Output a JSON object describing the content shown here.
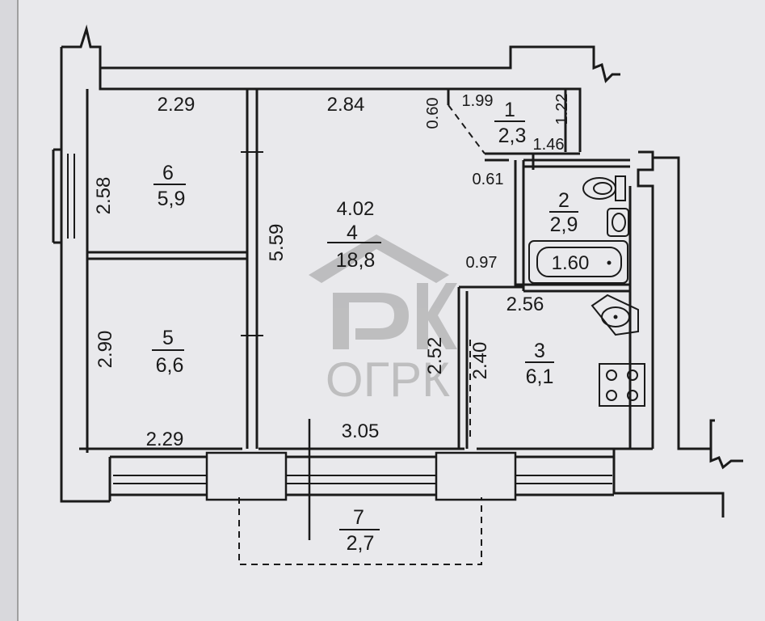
{
  "rooms": [
    {
      "id": "1",
      "area": "2,3"
    },
    {
      "id": "2",
      "area": "2,9"
    },
    {
      "id": "3",
      "area": "6,1"
    },
    {
      "id": "4",
      "area": "18,8"
    },
    {
      "id": "5",
      "area": "6,6"
    },
    {
      "id": "6",
      "area": "5,9"
    },
    {
      "id": "7",
      "area": "2,7"
    }
  ],
  "dimensions": {
    "r6_top": "2.29",
    "r6_side": "2.58",
    "r5_side": "2.90",
    "r5_bottom": "2.29",
    "r4_top": "2.84",
    "r4_width": "4.02",
    "r4_side": "5.59",
    "r4_bottom": "3.05",
    "r4_niche": "0.97",
    "r4_corridor": "2.52",
    "r4_doorway": "0.61",
    "r1_a": "0.60",
    "r1_b": "1.99",
    "r1_c": "1.22",
    "r1_d": "1.46",
    "bath": "1.60",
    "r3_top": "2.56",
    "r3_side": "2.40"
  },
  "watermark": {
    "text": "ОГРК"
  },
  "colors": {
    "paper": "#e9e9ec",
    "ink": "#1a1a1a",
    "watermark": "#9a9a9a"
  }
}
